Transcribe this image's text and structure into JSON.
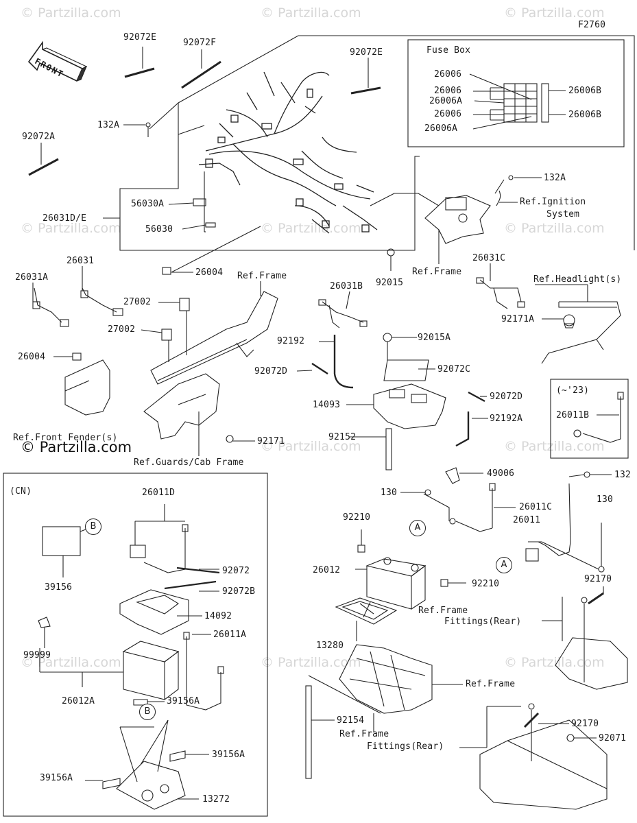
{
  "figure_code": "F2760",
  "front_label": "FRONT",
  "watermark": "© Partzilla.com",
  "fuse_box": {
    "title": "Fuse Box",
    "left_labels": [
      "26006",
      "26006",
      "26006A",
      "26006",
      "26006A"
    ],
    "right_labels": [
      "26006B",
      "26006B"
    ]
  },
  "variant_box": {
    "title": "(~'23)",
    "label": "26011B"
  },
  "cn_box": {
    "title": "(CN)",
    "ref_b": "B"
  },
  "callouts": {
    "c92072E_1": "92072E",
    "c92072F": "92072F",
    "c92072E_2": "92072E",
    "c132A_1": "132A",
    "c92072A": "92072A",
    "c26031DE": "26031D/E",
    "c56030A": "56030A",
    "c56030": "56030",
    "c26004_1": "26004",
    "c132A_2": "132A",
    "ref_ignition": "Ref.Ignition",
    "ref_ignition_2": "System",
    "ref_frame_1": "Ref.Frame",
    "c92015": "92015",
    "c26031": "26031",
    "c26031A": "26031A",
    "ref_frame_2": "Ref.Frame",
    "c26031B": "26031B",
    "c26031C": "26031C",
    "ref_headlight": "Ref.Headlight(s)",
    "c27002_1": "27002",
    "c27002_2": "27002",
    "c92171A": "92171A",
    "c92192": "92192",
    "c92015A": "92015A",
    "c26004_2": "26004",
    "c92072C": "92072C",
    "c92072D_1": "92072D",
    "c14093": "14093",
    "c92072D_2": "92072D",
    "c92192A": "92192A",
    "ref_front_fender": "Ref.Front Fender(s)",
    "c92171": "92171",
    "c92152": "92152",
    "ref_guards": "Ref.Guards/Cab Frame",
    "c49006": "49006",
    "c132": "132",
    "c130_1": "130",
    "c130_2": "130",
    "c26011C": "26011C",
    "c92210_1": "92210",
    "c26011": "26011",
    "c26012": "26012",
    "c92210_2": "92210",
    "c92170_1": "92170",
    "ref_frame_3": "Ref.Frame",
    "ref_fittings_1": "Fittings(Rear)",
    "c13280": "13280",
    "ref_frame_4": "Ref.Frame",
    "c92154": "92154",
    "c92170_2": "92170",
    "c92071": "92071",
    "ref_frame_5": "Ref.Frame",
    "ref_fittings_2": "Fittings(Rear)",
    "c26011D": "26011D",
    "c39156": "39156",
    "c92072": "92072",
    "c92072B": "92072B",
    "c14092": "14092",
    "c26011A": "26011A",
    "c99999": "99999",
    "c26012A": "26012A",
    "c39156A_1": "39156A",
    "c39156A_2": "39156A",
    "c39156A_3": "39156A",
    "c13272": "13272",
    "ref_a_1": "A",
    "ref_a_2": "A",
    "ref_b_1": "B",
    "ref_b_2": "B"
  }
}
